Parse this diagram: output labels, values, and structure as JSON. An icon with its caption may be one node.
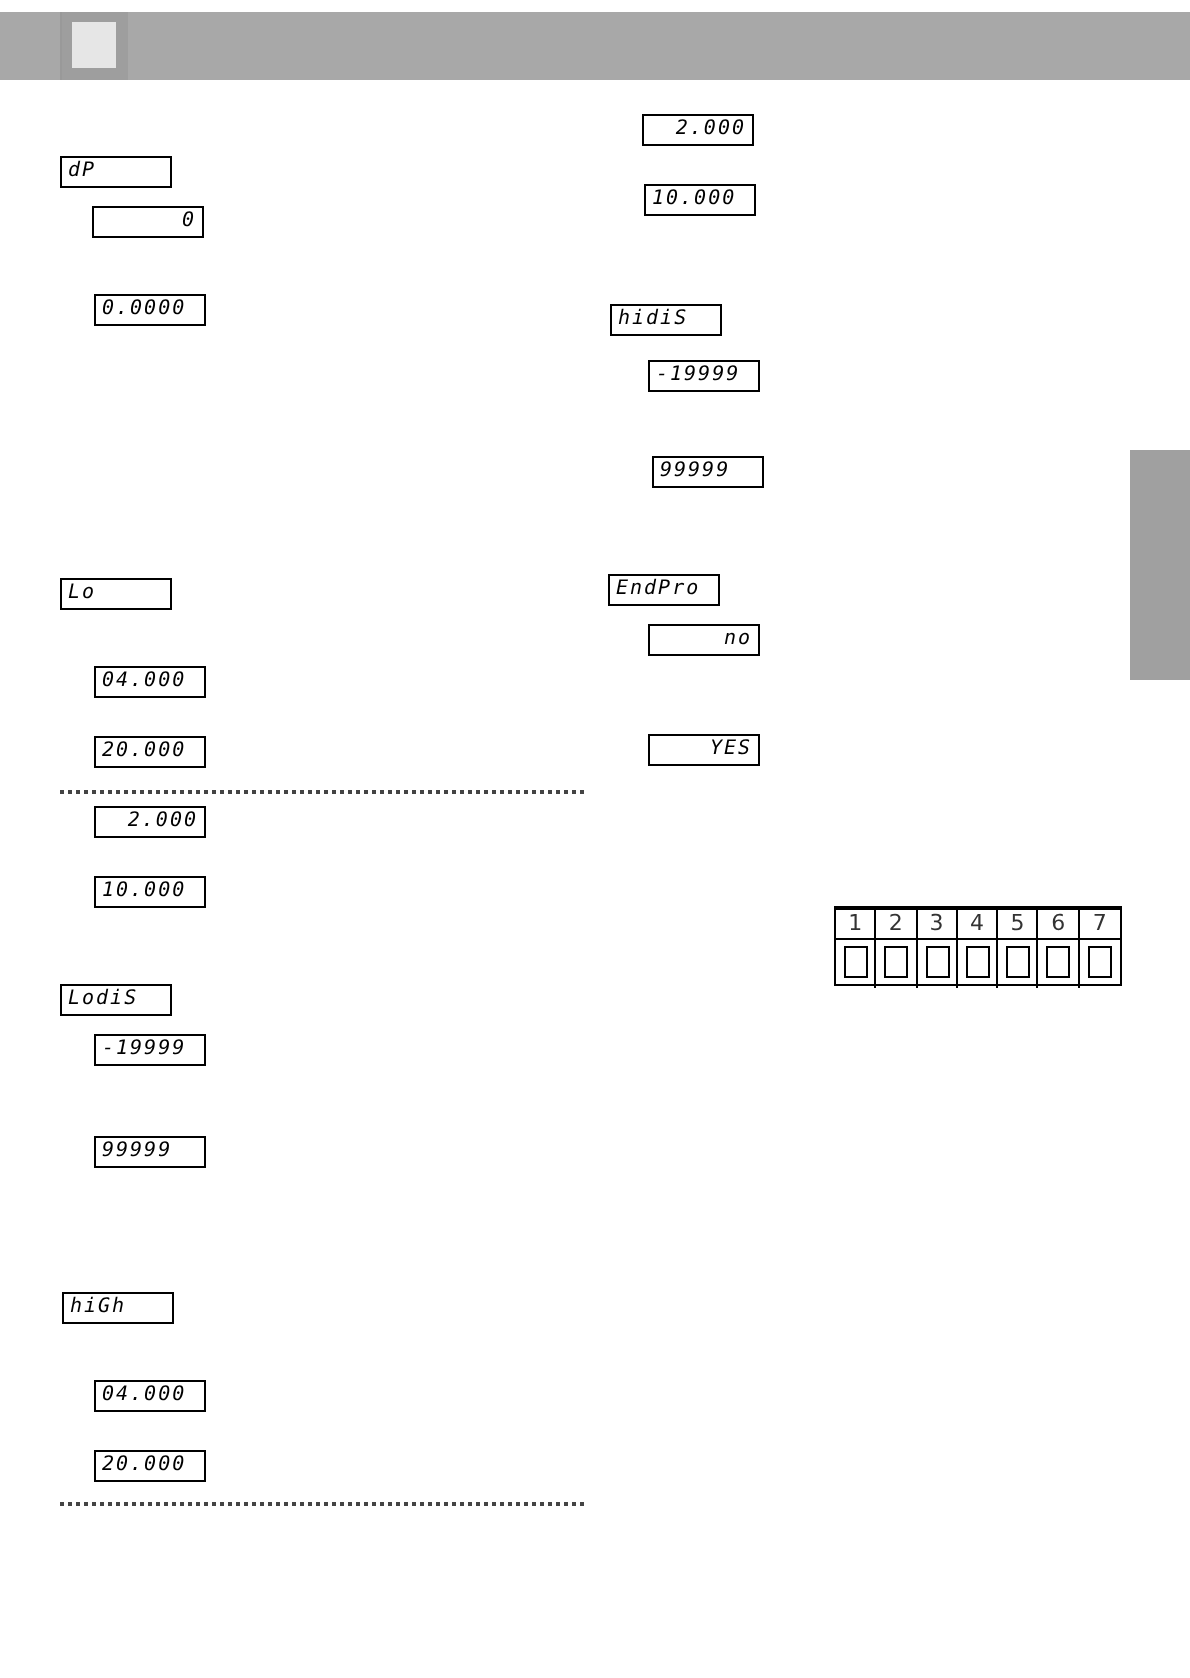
{
  "diagram": {
    "nodes": [
      {
        "text": [],
        "shape": "box"
      }
    ],
    "labels": [
      "dP",
      "0",
      "0.0000",
      "Lo",
      "04.000",
      "20.000",
      "2.000",
      "10.000",
      "LodiS",
      "-19999",
      "99999",
      "hiGh",
      "04.000",
      "20.000",
      "2.000",
      "10.000",
      "hidiS",
      "-19999",
      "99999",
      "EndPro",
      "no",
      "YES",
      "1",
      "2",
      "3",
      "4",
      "5",
      "6",
      "7"
    ]
  }
}
